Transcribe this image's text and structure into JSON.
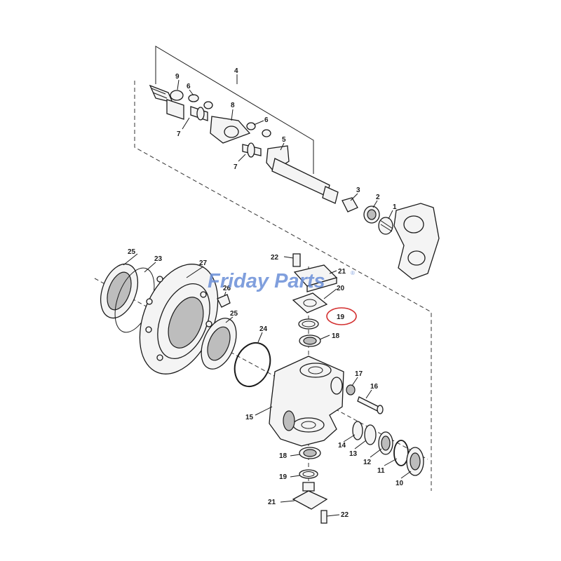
{
  "watermark": {
    "brand": "Friday Parts",
    "reg": "®",
    "color_primary": "#6a8fd8",
    "color_accent": "#f0a020"
  },
  "highlight": {
    "label": "19",
    "ring_color": "#d32f2f"
  },
  "callouts": {
    "c1": "1",
    "c2": "2",
    "c3": "3",
    "c4": "4",
    "c5": "5",
    "c6a": "6",
    "c6b": "6",
    "c7a": "7",
    "c7b": "7",
    "c8": "8",
    "c9": "9",
    "c10": "10",
    "c11": "11",
    "c12": "12",
    "c13": "13",
    "c14": "14",
    "c15": "15",
    "c16": "16",
    "c17": "17",
    "c18a": "18",
    "c18b": "18",
    "c19b": "19",
    "c20": "20",
    "c21a": "21",
    "c21b": "21",
    "c22a": "22",
    "c22b": "22",
    "c23": "23",
    "c24": "24",
    "c25a": "25",
    "c25b": "25",
    "c26": "26",
    "c27": "27"
  }
}
